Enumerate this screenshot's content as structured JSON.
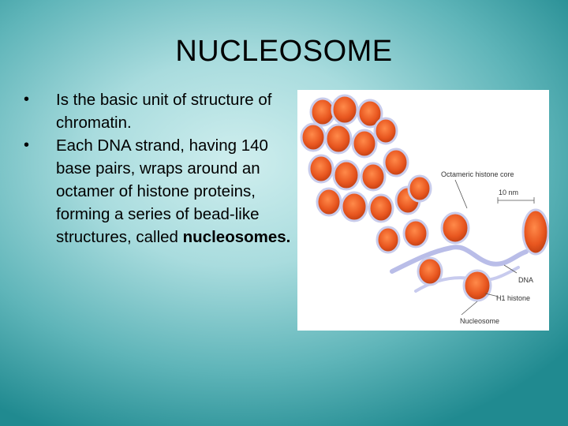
{
  "slide": {
    "title": "NUCLEOSOME",
    "bullets": [
      {
        "text": "Is the basic unit of structure of chromatin."
      },
      {
        "text": "Each DNA strand, having 140 base pairs, wraps around an octamer of histone proteins, forming a series of bead-like structures, called ",
        "emphasis": "nucleosomes."
      }
    ]
  },
  "figure": {
    "labels": {
      "octameric_core": "Octameric histone core",
      "scale": "10 nm",
      "dna": "DNA",
      "h1": "H1 histone",
      "nucleosome": "Nucleosome"
    },
    "colors": {
      "histone": "#e8561f",
      "dna": "#b9bde8",
      "background": "#ffffff"
    }
  }
}
